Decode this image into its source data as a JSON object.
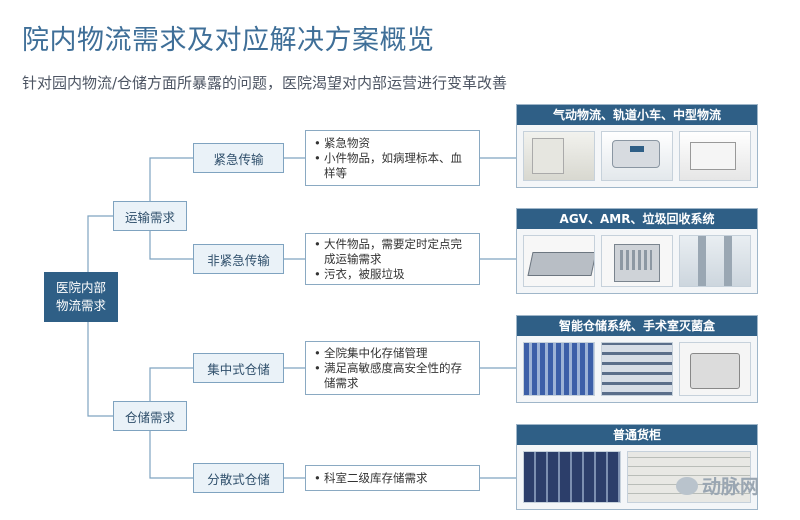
{
  "title": "院内物流需求及对应解决方案概览",
  "subtitle": "针对园内物流/仓储方面所暴露的问题，医院渴望对内部运营进行变革改善",
  "root": "医院内部物流需求",
  "categories": {
    "transport": "运输需求",
    "storage": "仓储需求"
  },
  "subcategories": {
    "urgent": "紧急传输",
    "nonurgent": "非紧急传输",
    "central": "集中式仓储",
    "distributed": "分散式仓储"
  },
  "descriptions": {
    "urgent": [
      "紧急物资",
      "小件物品，如病理标本、血样等"
    ],
    "nonurgent": [
      "大件物品，需要定时定点完成运输需求",
      "污衣，被服垃圾"
    ],
    "central": [
      "全院集中化存储管理",
      "满足高敏感度高安全性的存储需求"
    ],
    "distributed": [
      "科室二级库存储需求"
    ]
  },
  "bullet": "•",
  "panels": {
    "urgent": "气动物流、轨道小车、中型物流",
    "nonurgent": "AGV、AMR、垃圾回收系统",
    "central": "智能仓储系统、手术室灭菌盒",
    "distributed": "普通货柜"
  },
  "watermark": "动脉网",
  "colors": {
    "title": "#3f6f98",
    "root_fill": "#2f5f86",
    "node_fill": "#eaf2f8",
    "line": "#7fa3c0"
  }
}
